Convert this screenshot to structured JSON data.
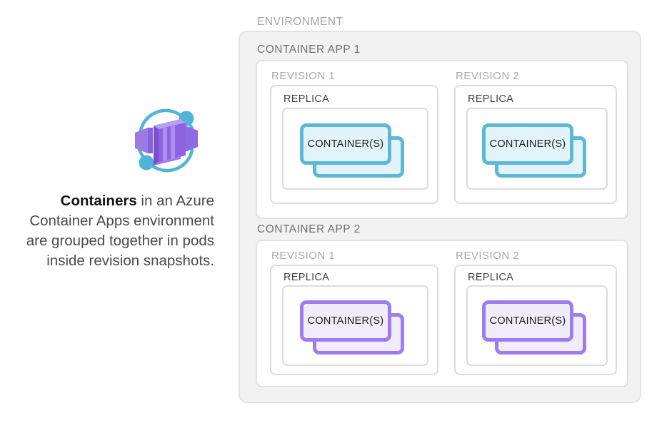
{
  "caption": {
    "bold_lead": "Containers",
    "rest": " in an Azure Container Apps environment are grouped together in pods inside revision snapshots."
  },
  "logo": {
    "name": "azure-container-apps-logo",
    "box_colors": [
      "#a07ae8",
      "#9061e0",
      "#7c4dd4",
      "#b69ef0"
    ],
    "orbit_color": "#50b4d8"
  },
  "diagram": {
    "environment_label": "ENVIRONMENT",
    "apps": [
      {
        "label": "CONTAINER APP 1",
        "accent": "#5cb9d6",
        "accent_fill": "#e3f3fa",
        "revisions": [
          {
            "label": "REVISION 1",
            "replica_label": "REPLICA",
            "container_label": "CONTAINER(S)"
          },
          {
            "label": "REVISION 2",
            "replica_label": "REPLICA",
            "container_label": "CONTAINER(S)"
          }
        ]
      },
      {
        "label": "CONTAINER APP 2",
        "accent": "#9d7ded",
        "accent_fill": "#f1ecfb",
        "revisions": [
          {
            "label": "REVISION 1",
            "replica_label": "REPLICA",
            "container_label": "CONTAINER(S)"
          },
          {
            "label": "REVISION 2",
            "replica_label": "REPLICA",
            "container_label": "CONTAINER(S)"
          }
        ]
      }
    ]
  }
}
